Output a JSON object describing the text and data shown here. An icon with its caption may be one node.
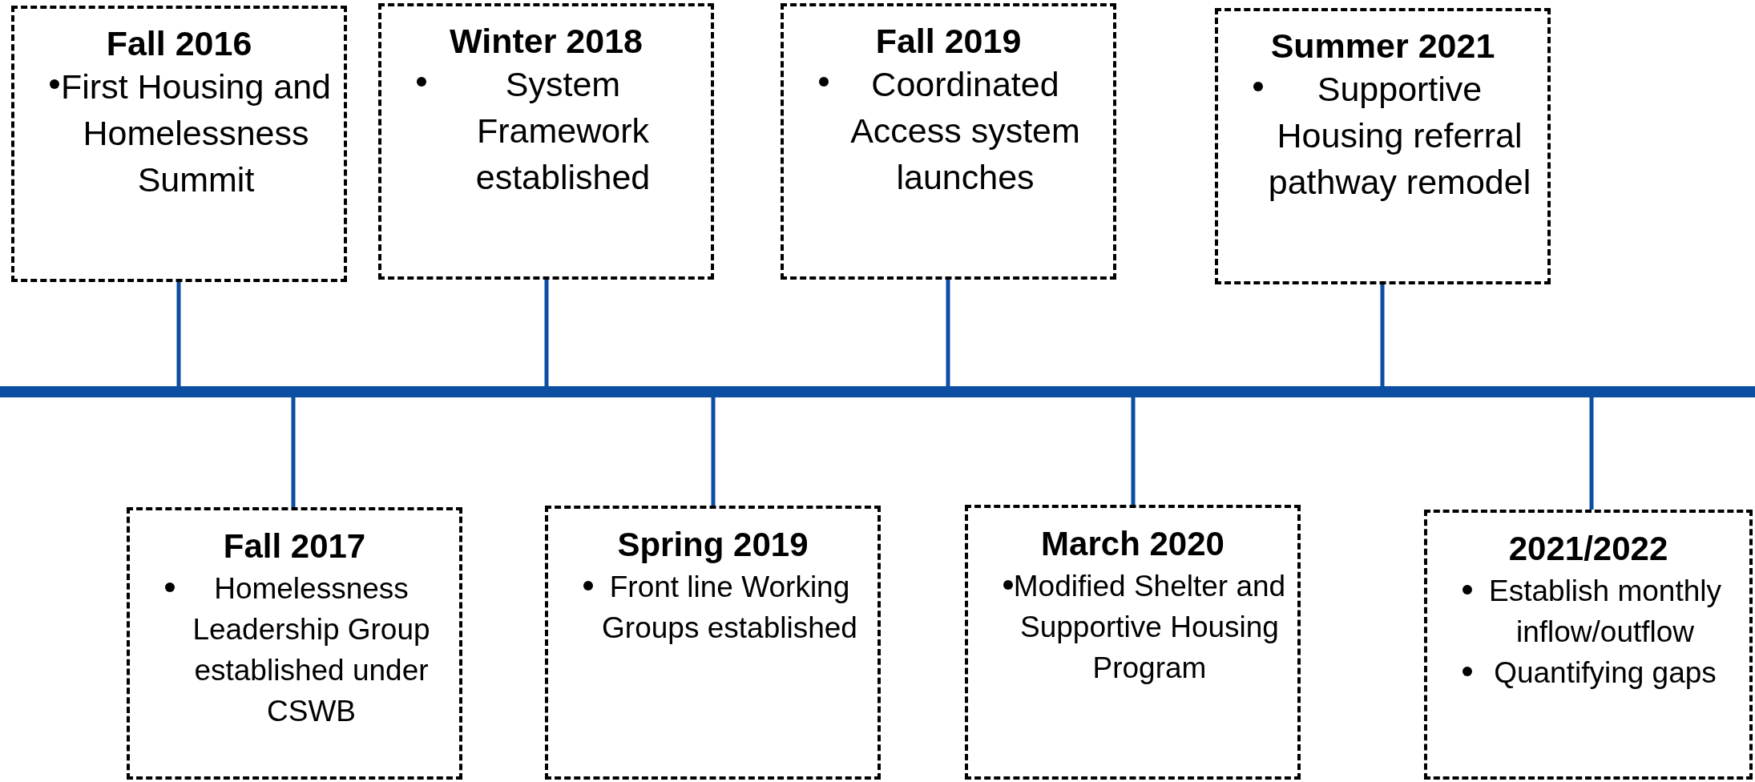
{
  "diagram": {
    "nodes": [
      {
        "text": [
          "Fall 2016",
          "First Housing and Homelessness Summit"
        ]
      },
      {
        "text": [
          "Fall 2017",
          "Homelessness Leadership Group established under CSWB"
        ]
      },
      {
        "text": [
          "Winter 2018",
          "System Framework established"
        ]
      },
      {
        "text": [
          "Spring 2019",
          "Front line Working Groups established"
        ]
      },
      {
        "text": [
          "Fall 2019",
          "Coordinated Access system launches"
        ]
      },
      {
        "text": [
          "March 2020",
          "Modified Shelter and Supportive Housing Program"
        ]
      },
      {
        "text": [
          "Summer 2021",
          "Supportive Housing referral pathway remodel"
        ]
      },
      {
        "text": [
          "2021/2022",
          "Establish monthly inflow/outflow",
          "Quantifying gaps"
        ]
      }
    ],
    "edges": [
      {
        "from": 0,
        "to": null,
        "arrow": "none"
      },
      {
        "from": 1,
        "to": null,
        "arrow": "none"
      },
      {
        "from": 2,
        "to": null,
        "arrow": "none"
      },
      {
        "from": 3,
        "to": null,
        "arrow": "none"
      },
      {
        "from": 4,
        "to": null,
        "arrow": "none"
      },
      {
        "from": 5,
        "to": null,
        "arrow": "none"
      },
      {
        "from": 6,
        "to": null,
        "arrow": "none"
      },
      {
        "from": 7,
        "to": null,
        "arrow": "none"
      }
    ]
  }
}
